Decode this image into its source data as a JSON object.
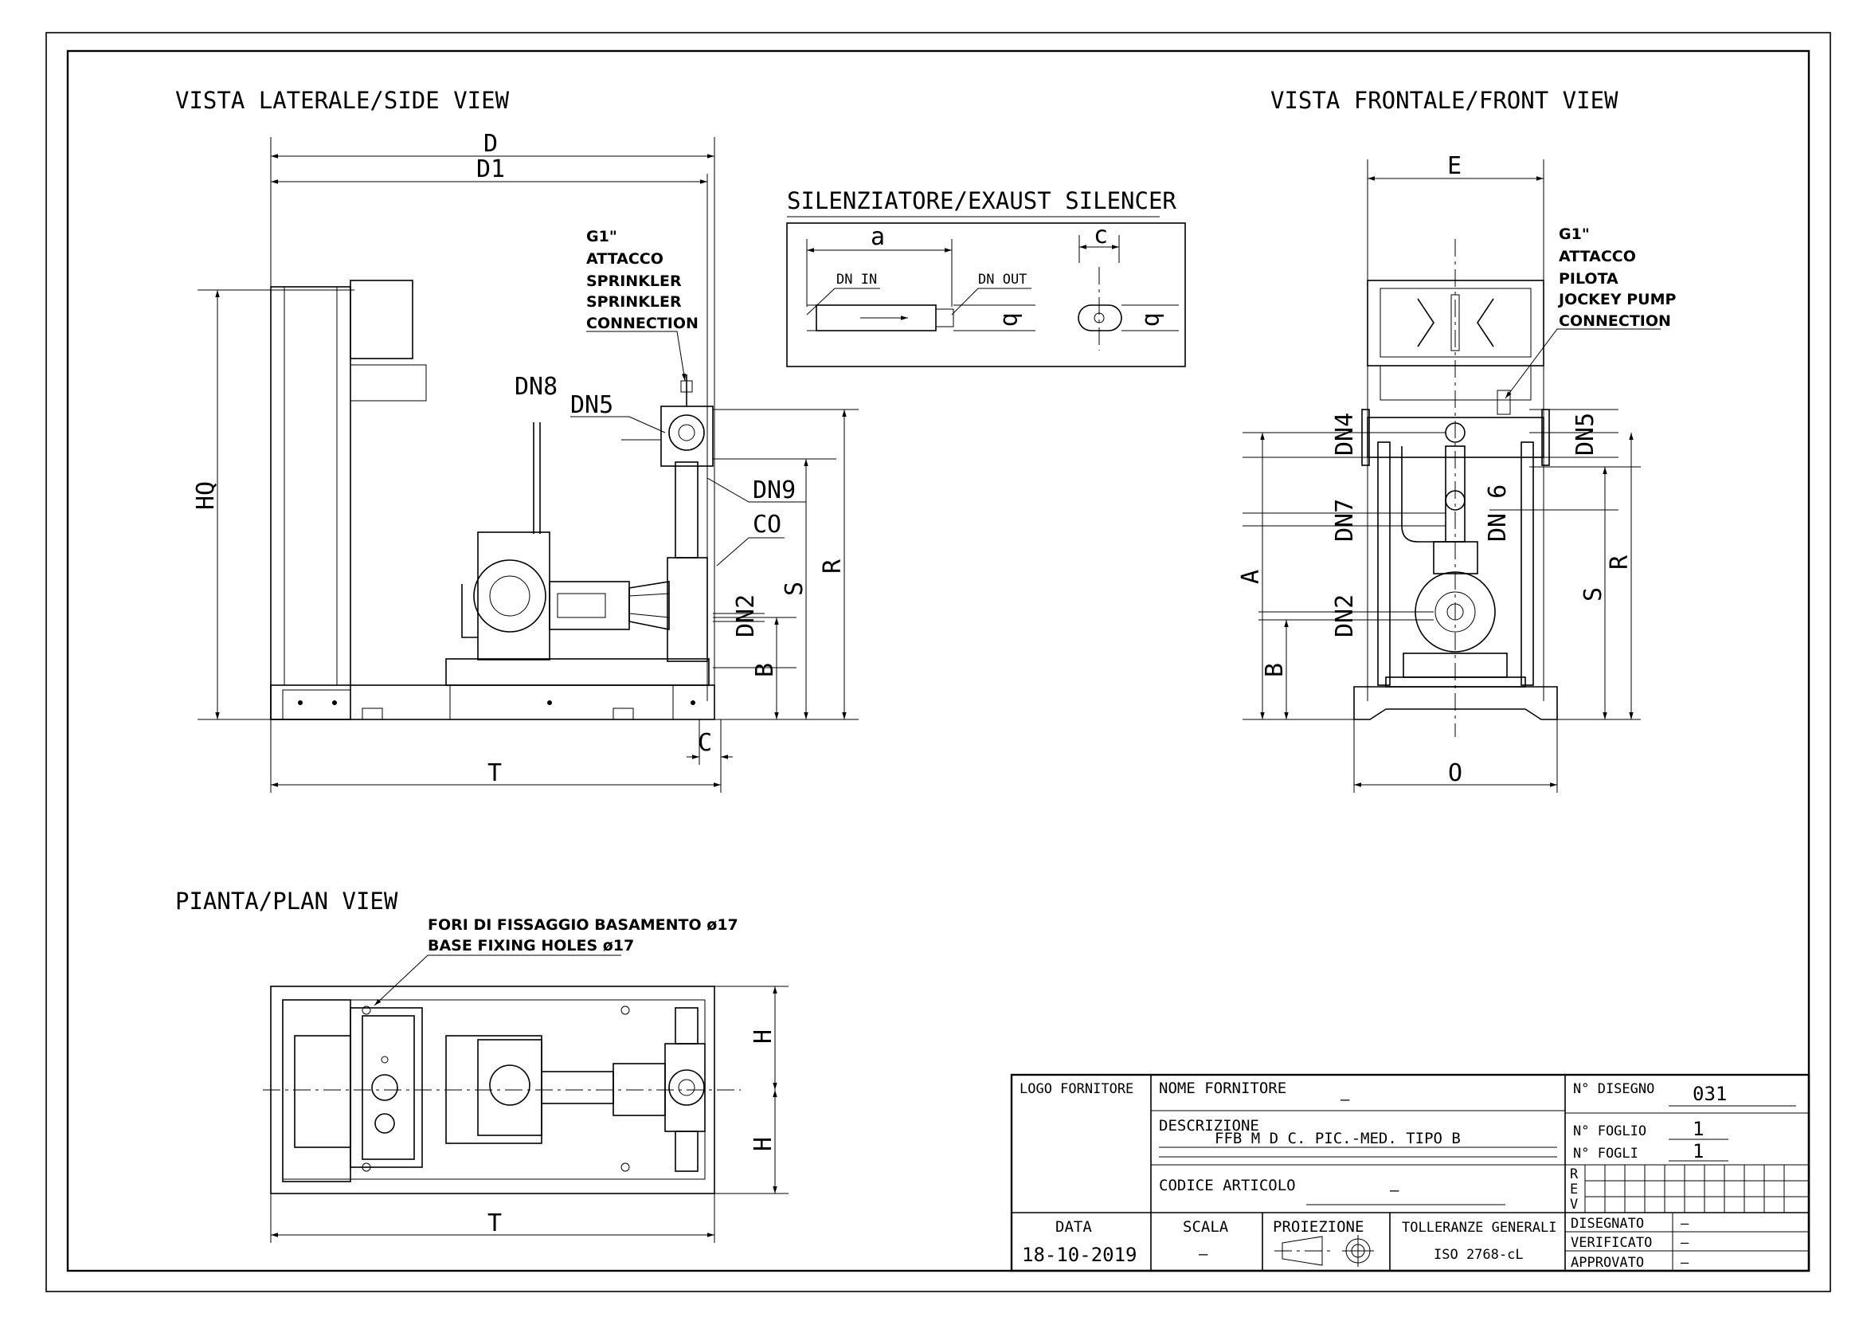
{
  "views": {
    "side_title": "VISTA LATERALE/SIDE VIEW",
    "front_title": "VISTA FRONTALE/FRONT VIEW",
    "plan_title": "PIANTA/PLAN VIEW",
    "silencer_title": "SILENZIATORE/EXAUST SILENCER"
  },
  "side_view": {
    "dims": {
      "D": "D",
      "D1": "D1",
      "HQ": "HQ",
      "T": "T",
      "C": "C",
      "B": "B",
      "S": "S",
      "R": "R"
    },
    "labels": {
      "DN8": "DN8",
      "DN5": "DN5",
      "DN9": "DN9",
      "CO": "CO",
      "DN2": "DN2"
    },
    "note": [
      "G1\"",
      "ATTACCO",
      "SPRINKLER",
      "SPRINKLER",
      "CONNECTION"
    ]
  },
  "silencer": {
    "a": "a",
    "c": "c",
    "b1": "b",
    "b2": "b",
    "dn_in": "DN IN",
    "dn_out": "DN OUT"
  },
  "front_view": {
    "dims": {
      "E": "E",
      "O": "O",
      "A": "A",
      "B": "B",
      "S": "S",
      "R": "R"
    },
    "labels": {
      "DN4": "DN4",
      "DN5": "DN5",
      "DN7": "DN7",
      "DN6": "DN 6",
      "DN2": "DN2"
    },
    "note": [
      "G1\"",
      "ATTACCO",
      "PILOTA",
      "JOCKEY PUMP",
      "CONNECTION"
    ]
  },
  "plan_view": {
    "note": [
      "FORI DI FISSAGGIO BASAMENTO ø17",
      "BASE FIXING HOLES ø17"
    ],
    "dims": {
      "T": "T",
      "H1": "H",
      "H2": "H"
    }
  },
  "title_block": {
    "logo_fornitore": "LOGO FORNITORE",
    "nome_fornitore": "NOME FORNITORE",
    "nome_fornitore_value": "–",
    "descrizione_label": "DESCRIZIONE",
    "descrizione_value": "FFB M D C. PIC.-MED. TIPO B",
    "codice_label": "CODICE ARTICOLO",
    "codice_value": "—",
    "n_disegno_label": "N° DISEGNO",
    "n_disegno_value": "031",
    "n_foglio_label": "N° FOGLIO",
    "n_foglio_value": "1",
    "n_fogli_label": "N° FOGLI",
    "n_fogli_value": "1",
    "rev_letters": [
      "R",
      "E",
      "V"
    ],
    "data_label": "DATA",
    "data_value": "18-10-2019",
    "scala_label": "SCALA",
    "scala_value": "—",
    "proiezione_label": "PROIEZIONE",
    "tolleranze_label": "TOLLERANZE GENERALI",
    "tolleranze_value": "ISO 2768-cL",
    "disegnato_label": "DISEGNATO",
    "disegnato_value": "–",
    "verificato_label": "VERIFICATO",
    "verificato_value": "–",
    "approvato_label": "APPROVATO",
    "approvato_value": "–"
  }
}
